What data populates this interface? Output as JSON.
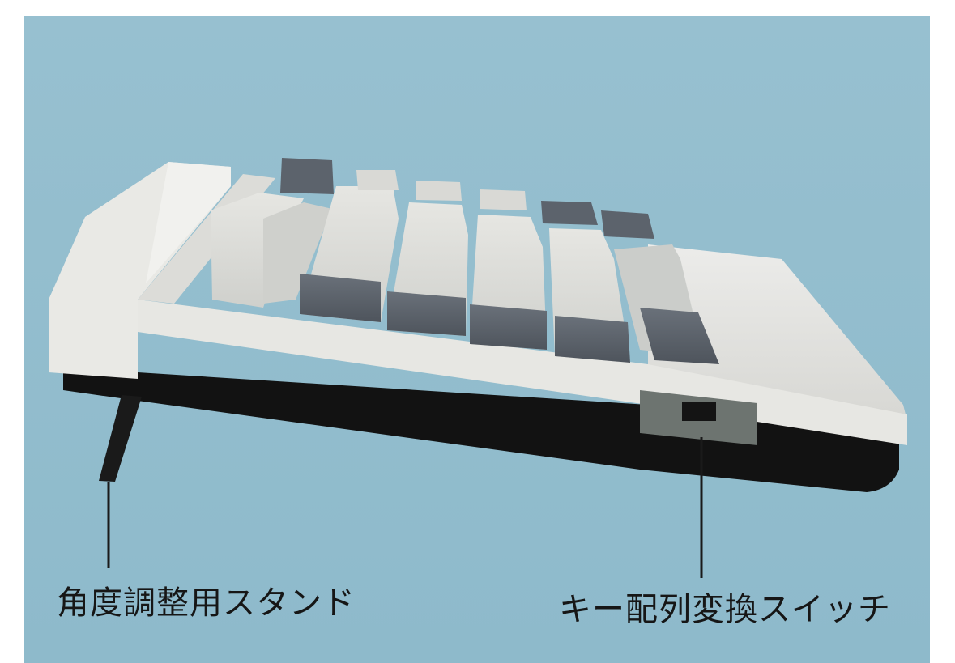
{
  "image": {
    "subject": "keyboard-side-view",
    "colors": {
      "background": "#93bdcd",
      "case": "#e4e4e0",
      "key_light": "#dcdcd8",
      "key_dark": "#5c636c",
      "case_shadow": "#141414",
      "switch": "#6d7470",
      "leader_line": "#1a1a1a"
    }
  },
  "callouts": [
    {
      "id": "stand",
      "label": "角度調整用スタンド"
    },
    {
      "id": "switch",
      "label": "キー配列変換スイッチ"
    }
  ]
}
